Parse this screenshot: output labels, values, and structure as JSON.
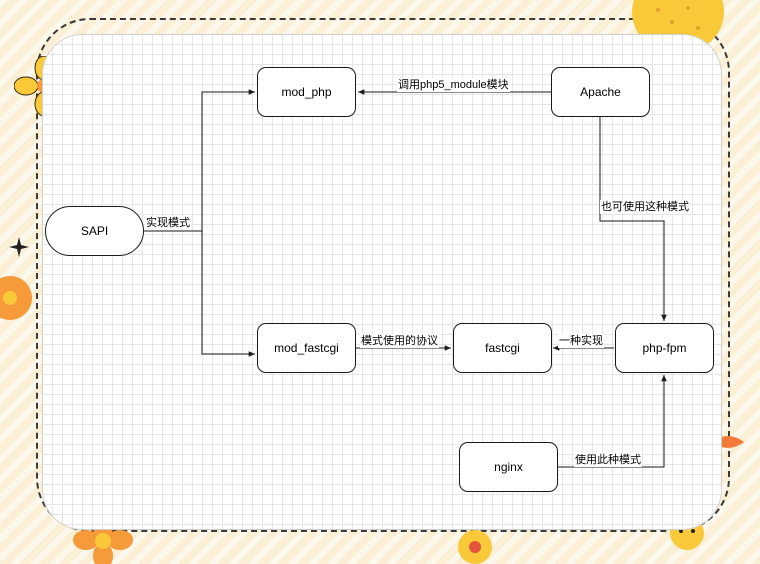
{
  "nodes": {
    "mod_php": "mod_php",
    "apache": "Apache",
    "sapi": "SAPI",
    "mod_fastcgi": "mod_fastcgi",
    "fastcgi": "fastcgi",
    "php_fpm": "php-fpm",
    "nginx": "nginx"
  },
  "edges": {
    "apache_to_mod_php": "调用php5_module模块",
    "sapi_branches": "实现模式",
    "apache_to_php_fpm": "也可使用这种模式",
    "mod_fastcgi_to_fastcgi": "模式使用的协议",
    "php_fpm_to_fastcgi": "一种实现",
    "nginx_to_php_fpm": "使用此种模式"
  },
  "colors": {
    "line": "#1a1a1a",
    "background": "#fbf0d6",
    "flower_orange": "#f79a3a",
    "flower_yellow": "#f9c93a"
  }
}
